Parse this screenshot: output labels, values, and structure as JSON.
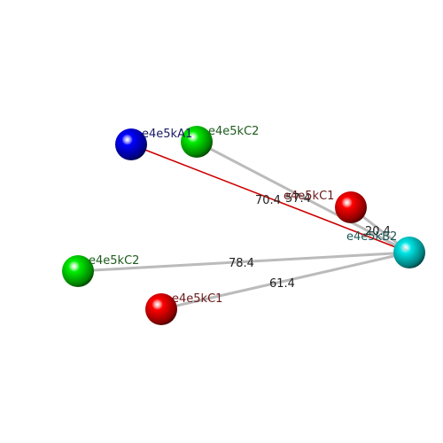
{
  "atoms": [
    {
      "id": "a1",
      "label": "e4e5kA1",
      "color": "#0000ff",
      "label_color": "#1a1a66"
    },
    {
      "id": "c2a",
      "label": "e4e5kC2",
      "color": "#00ee00",
      "label_color": "#1e5c1e"
    },
    {
      "id": "c1a",
      "label": "e4e5kC1",
      "color": "#ff0000",
      "label_color": "#6b1a1a"
    },
    {
      "id": "b2",
      "label": "e4e5kB2",
      "color": "#00e5e5",
      "label_color": "#1e5a5a"
    },
    {
      "id": "c2b",
      "label": "e4e5kC2",
      "color": "#00ee00",
      "label_color": "#1e5c1e"
    },
    {
      "id": "c1b",
      "label": "e4e5kC1",
      "color": "#ff0000",
      "label_color": "#6b1a1a"
    }
  ],
  "bonds": [
    {
      "from": "a1",
      "to": "b2",
      "label": "70.4",
      "color": "#cc0000"
    },
    {
      "from": "c2a",
      "to": "b2",
      "label": "57.4",
      "color": "#bbbbbb"
    },
    {
      "from": "c1a",
      "to": "b2",
      "label": "20.4",
      "color": "#bbbbbb"
    },
    {
      "from": "c2b",
      "to": "b2",
      "label": "78.4",
      "color": "#bbbbbb"
    },
    {
      "from": "c1b",
      "to": "b2",
      "label": "61.4",
      "color": "#bbbbbb"
    }
  ]
}
